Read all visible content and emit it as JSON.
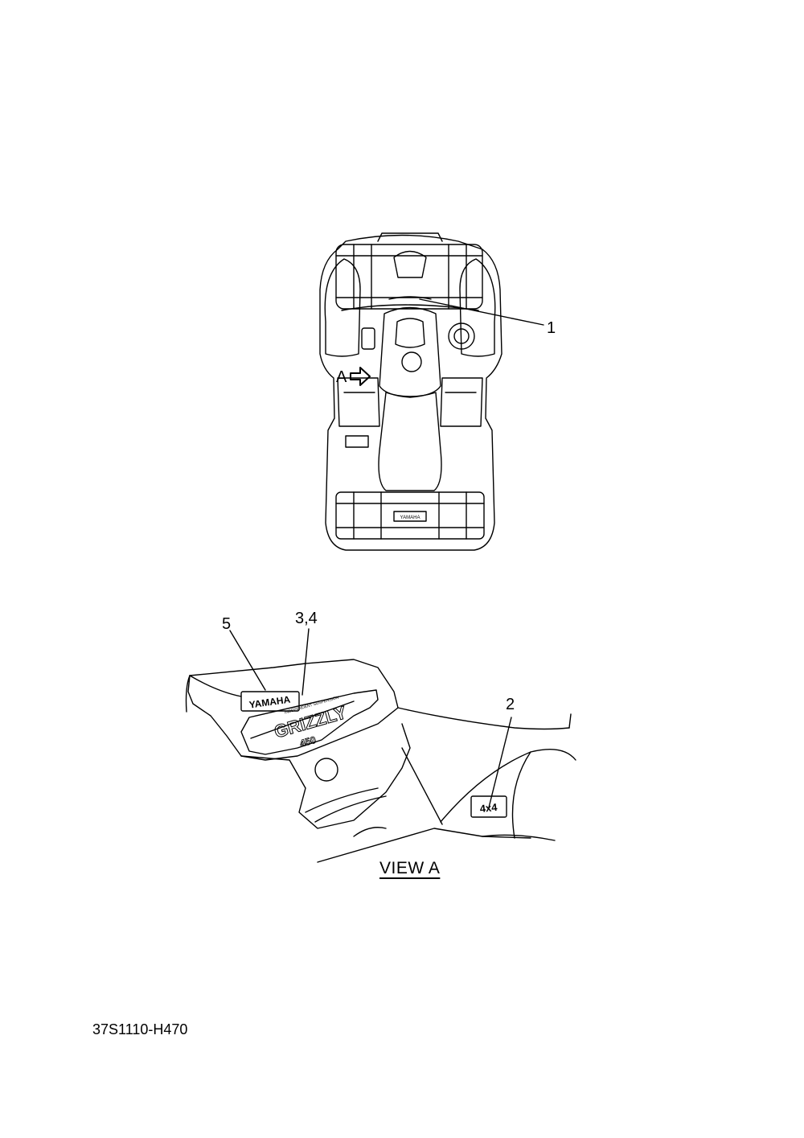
{
  "callouts": {
    "c1": "1",
    "c2": "2",
    "c34": "3,4",
    "c5": "5"
  },
  "view_arrow_label": "A",
  "view_caption": "VIEW A",
  "part_code": "37S1110-H470",
  "decals": {
    "yamaha_rear": "YAMAHA",
    "yamaha_side": "YAMAHA",
    "grizzly": "GRIZZLY",
    "model": "450",
    "grizzly_sub": "INDEPENDENT SUSPENSION",
    "fourbyfour": "4x4"
  }
}
